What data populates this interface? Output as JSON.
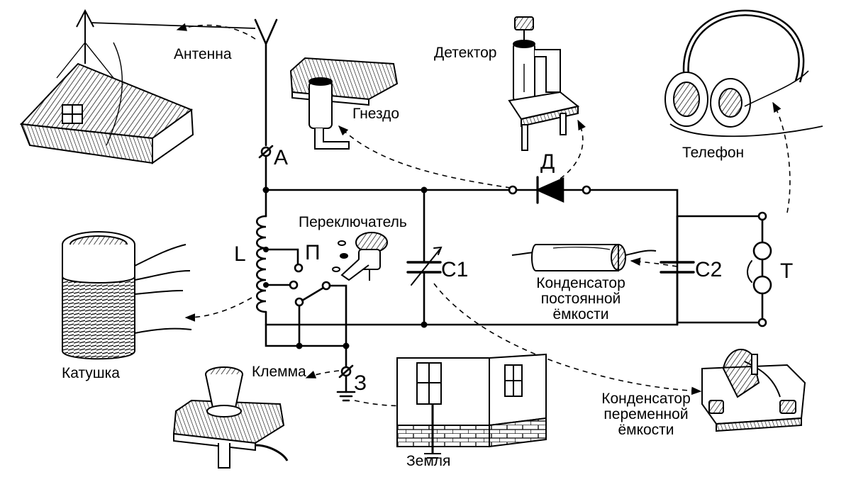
{
  "labels": {
    "antenna": "Антенна",
    "socket": "Гнездо",
    "detector": "Детектор",
    "phone": "Телефон",
    "coil": "Катушка",
    "switch": "Переключатель",
    "terminal": "Клемма",
    "ground": "Земля",
    "fixed_cap": [
      "Конденсатор",
      "постоянной",
      "ёмкости"
    ],
    "var_cap": [
      "Конденсатор",
      "переменной",
      "ёмкости"
    ]
  },
  "symbols": {
    "A": "A",
    "D": "Д",
    "L": "L",
    "P": "П",
    "C1": "C1",
    "C2": "C2",
    "T": "T",
    "Z": "З"
  },
  "colors": {
    "ink": "#000000",
    "paper": "#ffffff"
  }
}
